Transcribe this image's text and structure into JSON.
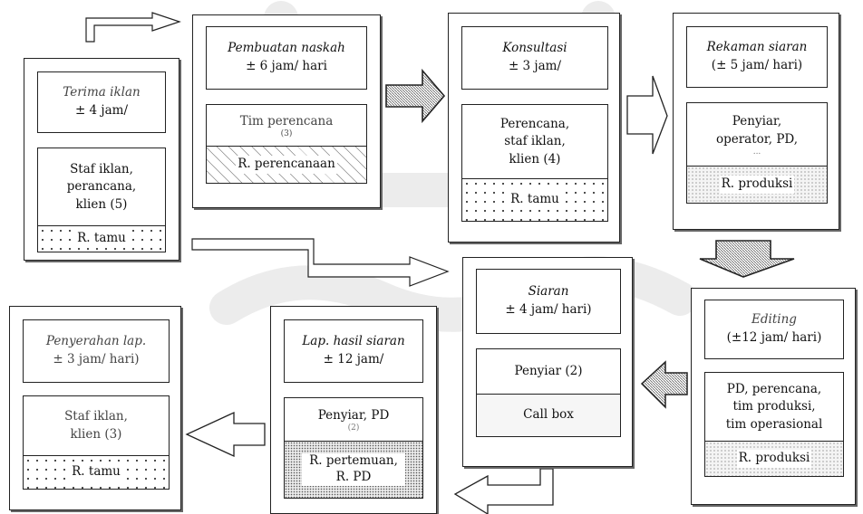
{
  "flow": [
    {
      "id": "terima",
      "title": "Terima iklan",
      "duration": "± 4 jam/",
      "staff": [
        "Staf iklan,",
        "perancana,",
        "klien (5)"
      ],
      "room": "R. tamu"
    },
    {
      "id": "pembuatan",
      "title": "Pembuatan naskah",
      "duration": "± 6 jam/ hari",
      "staff": [
        "Tim perencana",
        "(3)"
      ],
      "room": "R. perencanaan"
    },
    {
      "id": "konsultasi",
      "title": "Konsultasi",
      "duration": "± 3 jam/",
      "staff": [
        "Perencana,",
        "staf iklan,",
        "klien (4)"
      ],
      "room": "R. tamu"
    },
    {
      "id": "rekaman",
      "title": "Rekaman siaran",
      "duration": "(± 5 jam/ hari)",
      "staff": [
        "Penyiar,",
        "operator, PD,",
        "..."
      ],
      "room": "R. produksi"
    },
    {
      "id": "editing",
      "title": "Editing",
      "duration": "(±12 jam/ hari)",
      "staff": [
        "PD, perencana,",
        "tim produksi,",
        "tim operasional"
      ],
      "room": "R. produksi"
    },
    {
      "id": "siaran",
      "title": "Siaran",
      "duration": "± 4 jam/ hari)",
      "staff": [
        "Penyiar (2)"
      ],
      "room": "Call box"
    },
    {
      "id": "lap",
      "title": "Lap. hasil siaran",
      "duration": "± 12 jam/",
      "staff": [
        "Penyiar, PD",
        "(2)"
      ],
      "room": "R. pertemuan, R. PD"
    },
    {
      "id": "penyerahan",
      "title": "Penyerahan lap.",
      "duration": "± 3 jam/ hari)",
      "staff": [
        "Staf iklan,",
        "klien (3)"
      ],
      "room": "R. tamu"
    }
  ]
}
